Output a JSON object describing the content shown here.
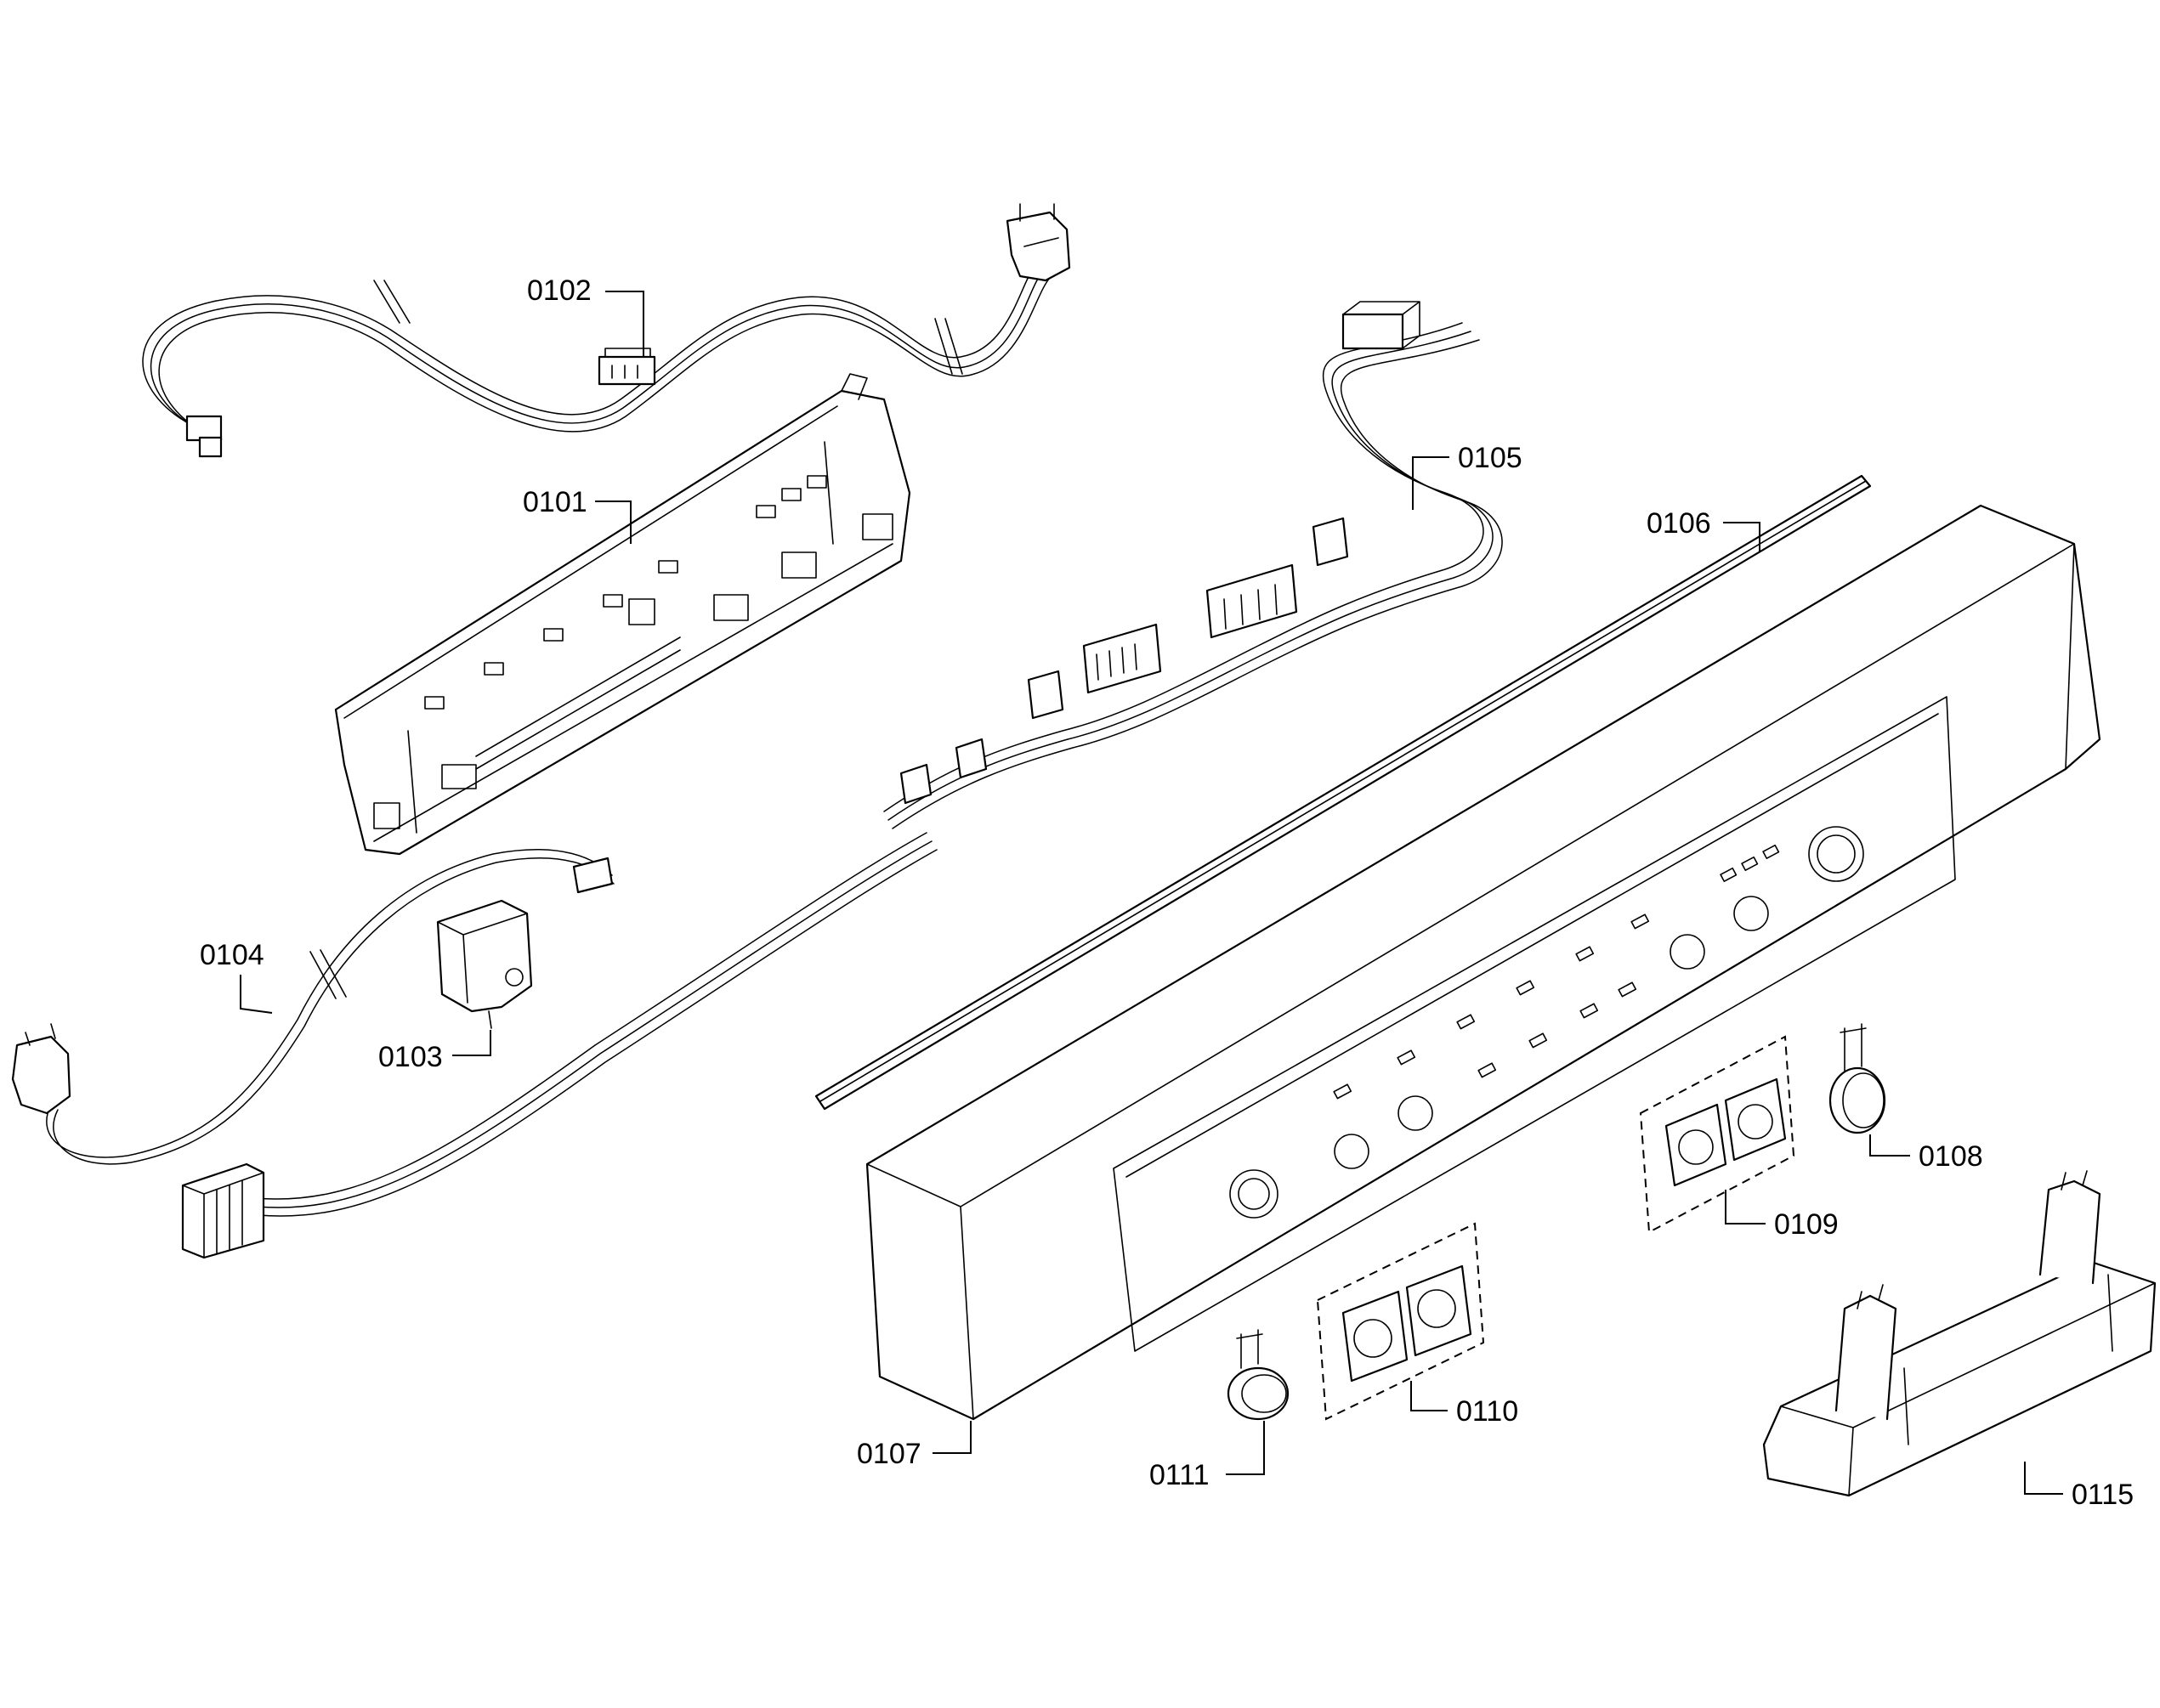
{
  "diagram": {
    "callouts": [
      {
        "id": "p0101",
        "text": "0101"
      },
      {
        "id": "p0102",
        "text": "0102"
      },
      {
        "id": "p0103",
        "text": "0103"
      },
      {
        "id": "p0104",
        "text": "0104"
      },
      {
        "id": "p0105",
        "text": "0105"
      },
      {
        "id": "p0106",
        "text": "0106"
      },
      {
        "id": "p0107",
        "text": "0107"
      },
      {
        "id": "p0108",
        "text": "0108"
      },
      {
        "id": "p0109",
        "text": "0109"
      },
      {
        "id": "p0110",
        "text": "0110"
      },
      {
        "id": "p0111",
        "text": "0111"
      },
      {
        "id": "p0115",
        "text": "0115"
      }
    ]
  }
}
